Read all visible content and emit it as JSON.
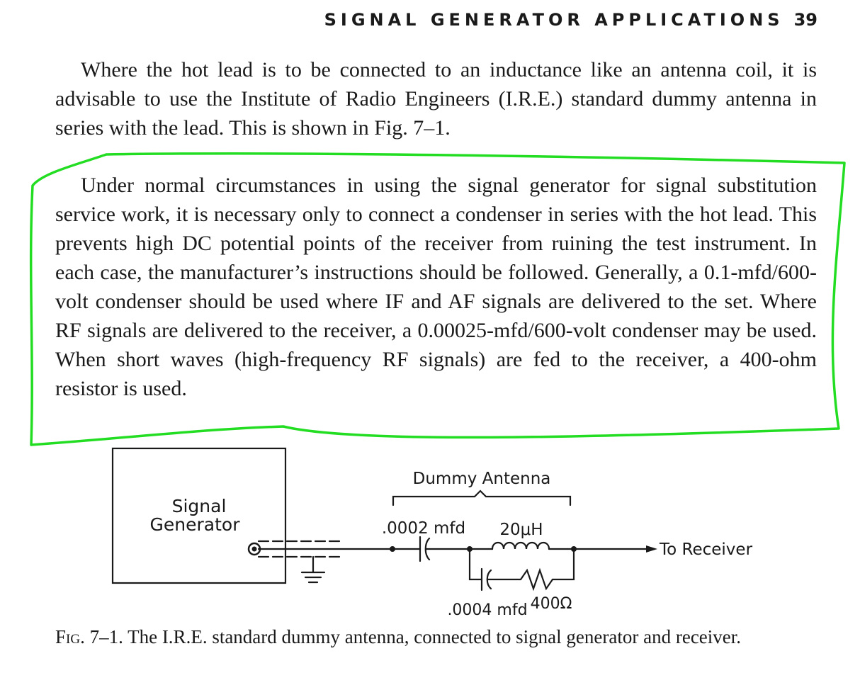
{
  "header": {
    "running_title": "SIGNAL GENERATOR APPLICATIONS",
    "page_number": "39"
  },
  "paragraphs": [
    "Where the hot lead is to be connected to an inductance like an antenna coil, it is advisable to use the Institute of Radio Engineers (I.R.E.) standard dummy antenna in series with the lead. This is shown in Fig. 7–1.",
    "Under normal circumstances in using the signal generator for signal substitution service work, it is necessary only to connect a condenser in series with the hot lead. This prevents high DC potential points of the receiver from ruining the test instrument. In each case, the manufacturer’s instructions should be followed. Generally, a 0.1-mfd/600-volt condenser should be used where IF and AF signals are delivered to the set. Where RF signals are delivered to the receiver, a 0.00025-mfd/600-volt condenser may be used. When short waves (high-frequency RF signals) are fed to the receiver, a 400-ohm resistor is used."
  ],
  "highlight": {
    "color": "#22dd22"
  },
  "figure": {
    "box_label_line1": "Signal",
    "box_label_line2": "Generator",
    "brace_label": "Dummy Antenna",
    "series_capacitor": ".0002 mfd",
    "inductor": "20μH",
    "shunt_capacitor": ".0004 mfd",
    "resistor": "400Ω",
    "output_label": "To Receiver"
  },
  "caption": {
    "label": "Fig. 7–1.",
    "text": "The I.R.E. standard dummy antenna, connected to signal generator and receiver."
  }
}
